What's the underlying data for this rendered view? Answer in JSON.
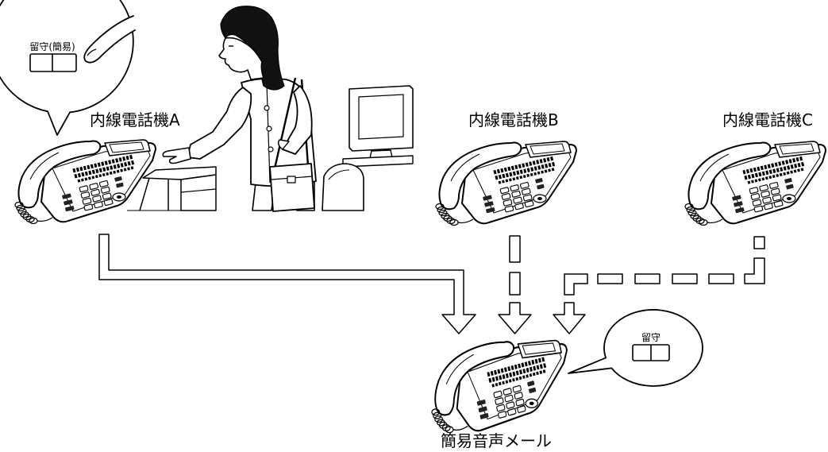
{
  "phones": {
    "a": {
      "label": "内線電話機A"
    },
    "b": {
      "label": "内線電話機B"
    },
    "c": {
      "label": "内線電話機C"
    },
    "voicemail": {
      "label": "簡易音声メール"
    }
  },
  "callouts": {
    "phone_a_button": {
      "label": "留守(簡易)"
    },
    "voicemail_button": {
      "label": "留守"
    }
  },
  "colors": {
    "line": "#000000",
    "background": "#ffffff"
  }
}
